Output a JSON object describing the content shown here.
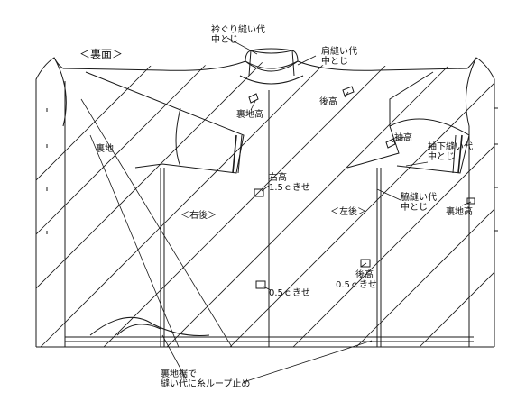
{
  "view_title": "＜裏面＞",
  "labels": {
    "collar_seam": [
      "衿ぐり縫い代",
      "中とじ"
    ],
    "shoulder_seam": [
      "肩縫い代",
      "中とじ"
    ],
    "lining_height_center": "裏地高",
    "back_height_right": "後高",
    "sleeve_height": "袖高",
    "sleeve_seam": [
      "袖下縫い代",
      "中とじ"
    ],
    "lining": "裏地",
    "right_height": [
      "右高",
      "1.5ｃきせ"
    ],
    "side_seam": [
      "脇縫い代",
      "中とじ"
    ],
    "lining_height_right": "裏地高",
    "right_back": "＜右後＞",
    "left_back": "＜左後＞",
    "back_height_bottom": [
      "後高",
      "0.5ｃきせ"
    ],
    "half_cm_pleat": "0.5ｃきせ",
    "hem_loop": [
      "裏地裾で",
      "縫い代に糸ループ止め"
    ]
  }
}
